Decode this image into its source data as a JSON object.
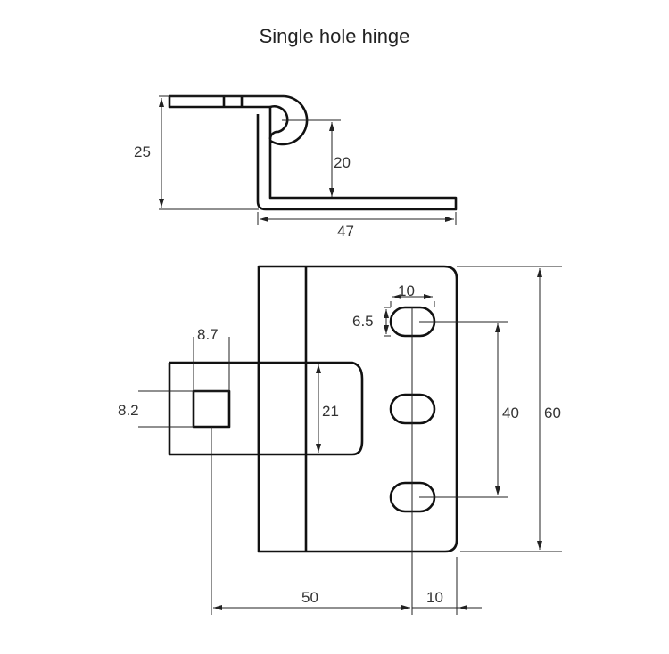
{
  "title": "Single hole hinge",
  "dimensions": {
    "side_height": "25",
    "side_pin_height": "20",
    "side_width": "47",
    "slot_pitch": "10",
    "slot_height": "6.5",
    "square_width": "8.7",
    "square_height": "8.2",
    "knuckle_height": "21",
    "hole_spacing": "40",
    "plate_height": "60",
    "pin_to_hole": "50",
    "hole_to_edge": "10"
  },
  "colors": {
    "line": "#111111",
    "background": "#ffffff"
  }
}
